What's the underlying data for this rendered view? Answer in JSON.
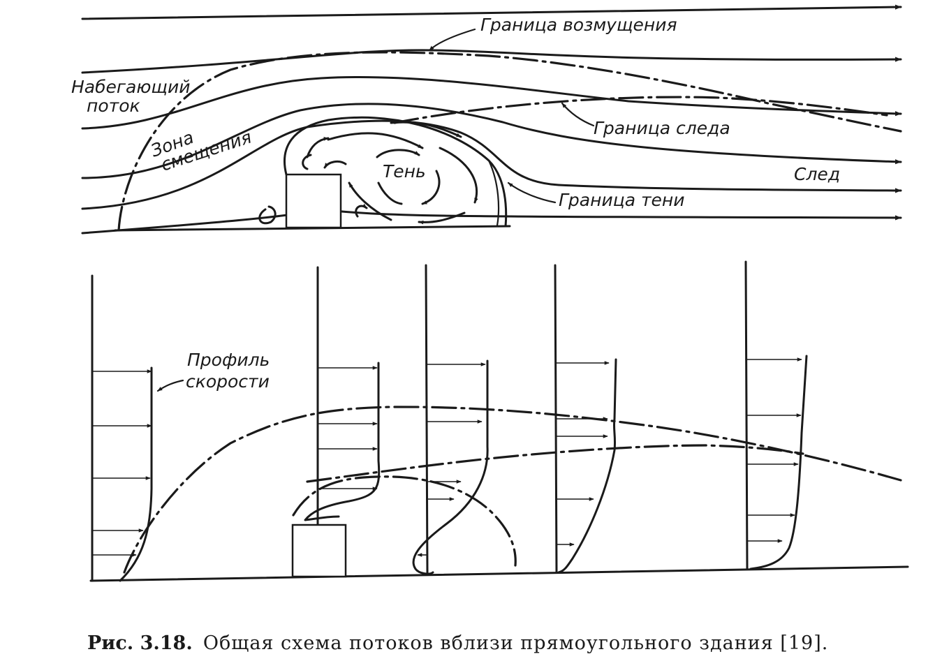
{
  "labels": {
    "disturbance_boundary": "Граница возмущения",
    "oncoming_flow_line1": "Набегающий",
    "oncoming_flow_line2": "поток",
    "displacement_zone_line1": "Зона",
    "displacement_zone_line2": "смещения",
    "shadow": "Тень",
    "wake_boundary": "Граница следа",
    "wake": "След",
    "shadow_boundary": "Граница тени",
    "velocity_profile_line1": "Профиль",
    "velocity_profile_line2": "скорости"
  },
  "caption": {
    "prefix": "Рис. 3.18.",
    "text": "Общая схема потоков вблизи прямоугольного здания [19]."
  },
  "colors": {
    "ink": "#1a1a1a",
    "paper": "#ffffff"
  }
}
